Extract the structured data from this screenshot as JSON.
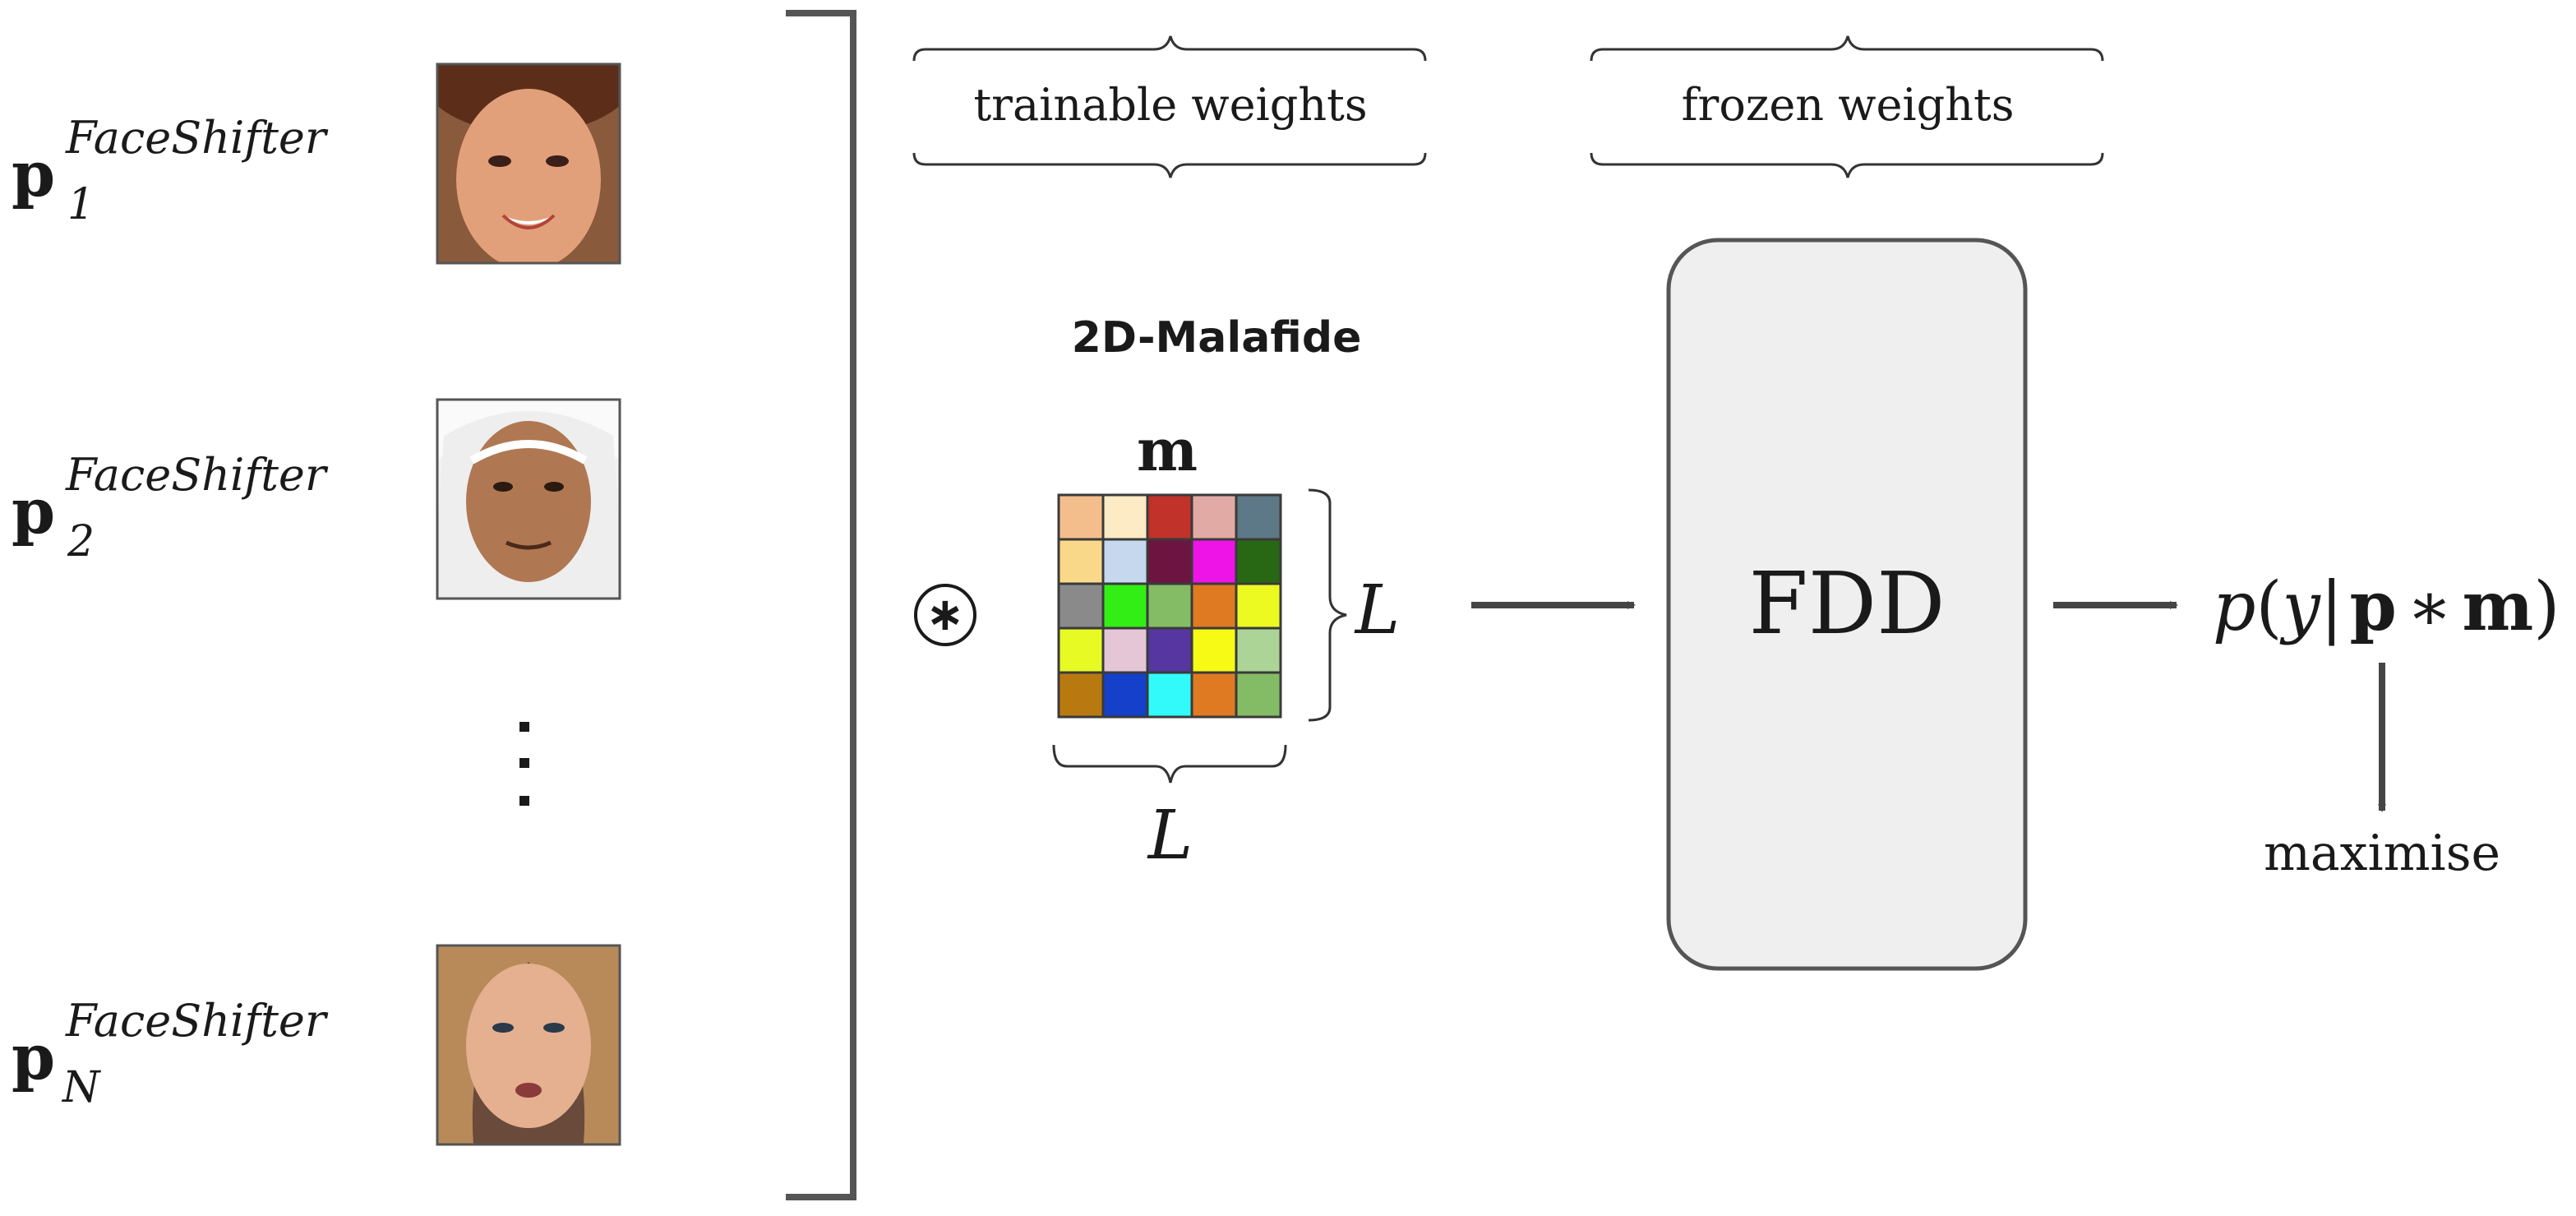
{
  "samples": [
    {
      "base": "p",
      "index": "1",
      "superscript": "FaceShifter",
      "thumbnail_icon": "face-photo-1"
    },
    {
      "base": "p",
      "index": "2",
      "superscript": "FaceShifter",
      "thumbnail_icon": "face-photo-2"
    },
    {
      "base": "p",
      "index": "N",
      "superscript": "FaceShifter",
      "thumbnail_icon": "face-photo-N"
    }
  ],
  "ellipsis": "⋮",
  "conv_operator": "⊛",
  "brace_labels": {
    "trainable": "trainable weights",
    "frozen": "frozen weights"
  },
  "filter": {
    "title": "2D-Malafide",
    "symbol": "m",
    "side_label": "L",
    "bottom_label": "L",
    "grid_colors": [
      [
        "#f4be8c",
        "#fdebc6",
        "#c0322a",
        "#e2aaa4",
        "#5d7886"
      ],
      [
        "#fad88a",
        "#c6d8ee",
        "#6e1440",
        "#ee14e8",
        "#286814"
      ],
      [
        "#8a8a8a",
        "#32ee14",
        "#84bc66",
        "#e07a22",
        "#ecfa22"
      ],
      [
        "#e8fa24",
        "#e4c6d6",
        "#5636a0",
        "#f6fa14",
        "#acd496"
      ],
      [
        "#b87a10",
        "#1440ca",
        "#32fafa",
        "#e07a22",
        "#84bc66"
      ]
    ]
  },
  "detector": {
    "label": "FDD"
  },
  "output": {
    "p": "p",
    "y": "y",
    "bar": "|",
    "p2": "p",
    "star": "∗",
    "m": "m",
    "lparen": "(",
    "rparen": ")"
  },
  "objective": "maximise"
}
